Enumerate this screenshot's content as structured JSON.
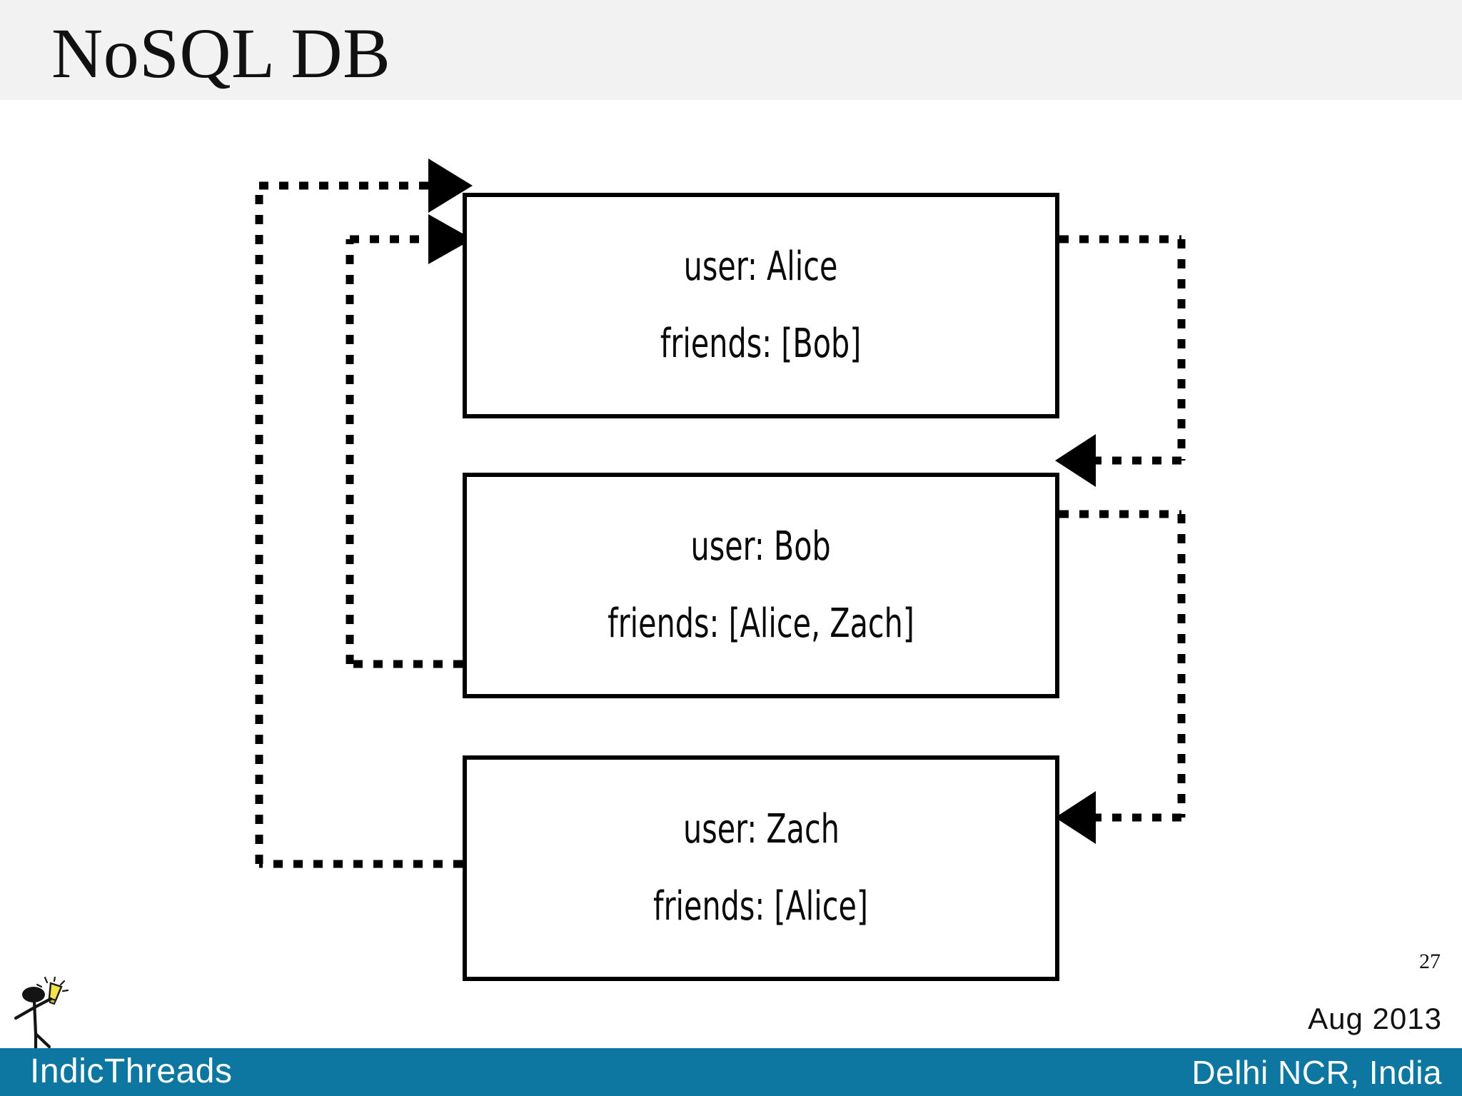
{
  "header": {
    "title": "NoSQL DB",
    "band_color": "#f2f2f2"
  },
  "diagram": {
    "type": "node-reference-graph",
    "stroke_color": "#000000",
    "nodes": [
      {
        "id": "alice",
        "user_label": "user: Alice",
        "friends_label": "friends: [Bob]",
        "user": "Alice",
        "friends": [
          "Bob"
        ]
      },
      {
        "id": "bob",
        "user_label": "user: Bob",
        "friends_label": "friends: [Alice, Zach]",
        "user": "Bob",
        "friends": [
          "Alice",
          "Zach"
        ]
      },
      {
        "id": "zach",
        "user_label": "user: Zach",
        "friends_label": "friends: [Alice]",
        "user": "Zach",
        "friends": [
          "Alice"
        ]
      }
    ],
    "edges": [
      {
        "from": "zach",
        "to": "alice",
        "side": "left",
        "note": "Zach friends list references Alice"
      },
      {
        "from": "bob",
        "to": "alice",
        "side": "left",
        "note": "Bob friends list references Alice"
      },
      {
        "from": "alice",
        "to": "bob",
        "side": "right",
        "note": "Alice friends list references Bob"
      },
      {
        "from": "bob",
        "to": "zach",
        "side": "right",
        "note": "Bob friends list references Zach"
      }
    ]
  },
  "page": {
    "number": "27"
  },
  "footer": {
    "date": "Aug 2013",
    "brand": "IndicThreads",
    "location": "Delhi NCR, India",
    "bar_color": "#0d76a1",
    "logo": "stick-figure-lightbulb"
  }
}
